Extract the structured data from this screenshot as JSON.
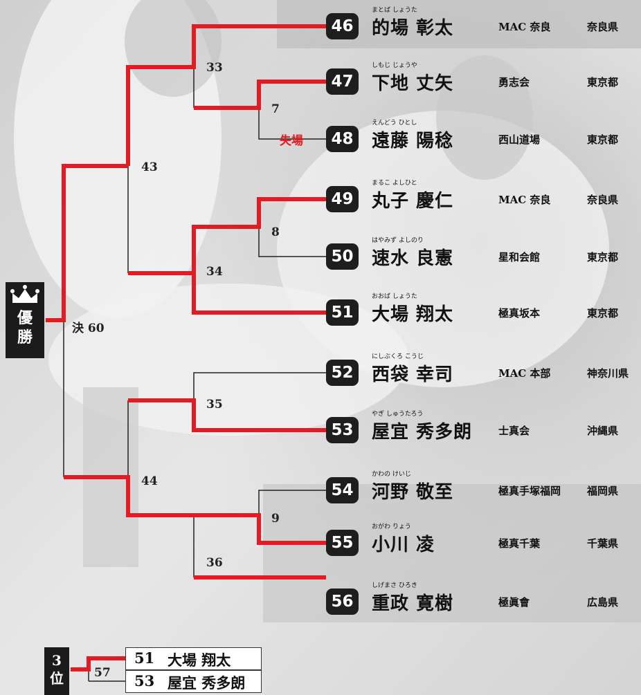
{
  "entries": [
    {
      "seed": "46",
      "furigana": "まとば しょうた",
      "name": "的場 彰太",
      "dojo": "MAC 奈良",
      "pref": "奈良県"
    },
    {
      "seed": "47",
      "furigana": "しもじ じょうや",
      "name": "下地 丈矢",
      "dojo": "勇志会",
      "pref": "東京都"
    },
    {
      "seed": "48",
      "furigana": "えんどう ひとし",
      "name": "遠藤 陽稔",
      "dojo": "西山道場",
      "pref": "東京都"
    },
    {
      "seed": "49",
      "furigana": "まるこ よしひと",
      "name": "丸子 慶仁",
      "dojo": "MAC 奈良",
      "pref": "奈良県"
    },
    {
      "seed": "50",
      "furigana": "はやみず よしのり",
      "name": "速水 良憲",
      "dojo": "星和会館",
      "pref": "東京都"
    },
    {
      "seed": "51",
      "furigana": "おおば しょうた",
      "name": "大場 翔太",
      "dojo": "極真坂本",
      "pref": "東京都"
    },
    {
      "seed": "52",
      "furigana": "にしぶくろ こうじ",
      "name": "西袋 幸司",
      "dojo": "MAC 本部",
      "pref": "神奈川県"
    },
    {
      "seed": "53",
      "furigana": "やぎ しゅうたろう",
      "name": "屋宜 秀多朗",
      "dojo": "士真会",
      "pref": "沖縄県"
    },
    {
      "seed": "54",
      "furigana": "かわの けいじ",
      "name": "河野 敬至",
      "dojo": "極真手塚福岡",
      "pref": "福岡県"
    },
    {
      "seed": "55",
      "furigana": "おがわ りょう",
      "name": "小川 凌",
      "dojo": "極真千葉",
      "pref": "千葉県"
    },
    {
      "seed": "56",
      "furigana": "しげまさ ひろき",
      "name": "重政 寛樹",
      "dojo": "極眞會",
      "pref": "広島県"
    }
  ],
  "matches": {
    "m33": "33",
    "m7": "7",
    "m43": "43",
    "m8": "8",
    "m34": "34",
    "final": "決 60",
    "m35": "35",
    "m44": "44",
    "m9": "9",
    "m36": "36",
    "m57": "57"
  },
  "forfeit_label": "失場",
  "winner_label": "優勝",
  "third_place": {
    "label_top": "3",
    "label_bottom": "位",
    "rows": [
      {
        "seed": "51",
        "name": "大場 翔太"
      },
      {
        "seed": "53",
        "name": "屋宜 秀多朗"
      }
    ]
  },
  "colors": {
    "winner_line": "#e31c23",
    "loser_line": "#222222",
    "badge": "#1e1e1e"
  }
}
